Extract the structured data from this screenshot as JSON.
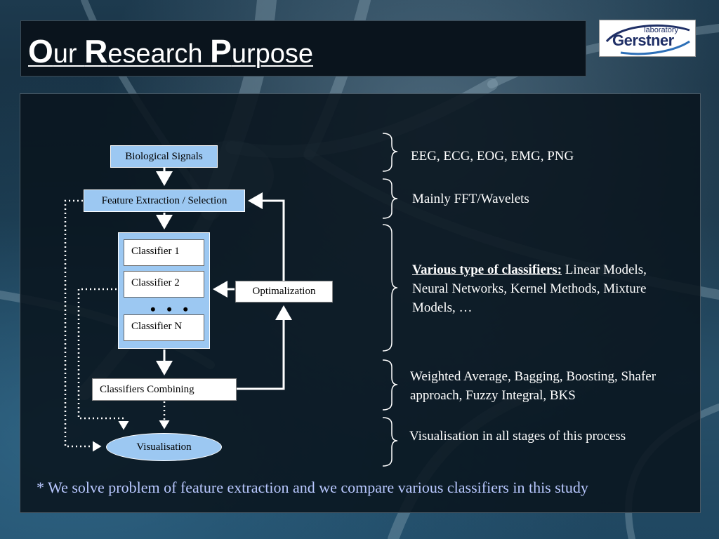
{
  "title": {
    "part1_cap": "O",
    "part1_rest": "ur ",
    "part2_cap": "R",
    "part2_rest": "esearch ",
    "part3_cap": "P",
    "part3_rest": "urpose"
  },
  "logo": {
    "small": "laboratory",
    "big": "Gerstner"
  },
  "diagram": {
    "biological_signals": "Biological Signals",
    "feature_extraction": "Feature Extraction / Selection",
    "classifiers": [
      "Classifier 1",
      "Classifier 2",
      "Classifier N"
    ],
    "dots": "• • •",
    "optimalization": "Optimalization",
    "classifiers_combining": "Classifiers Combining",
    "visualisation": "Visualisation"
  },
  "annotations": {
    "signals": "EEG, ECG, EOG, EMG, PNG",
    "features": "Mainly FFT/Wavelets",
    "classifiers_highlight": "Various type of classifiers:",
    "classifiers_text": " Linear Models, Neural Networks, Kernel Methods, Mixture Models, …",
    "combining": "Weighted Average, Bagging, Boosting, Shafer approach, Fuzzy Integral, BKS",
    "visualisation": "Visualisation in all stages of this process"
  },
  "footnote": "* We solve problem of feature extraction and we compare various classifiers in this study",
  "colors": {
    "box_blue": "#9cc8f2",
    "footnote": "#b9c8ff",
    "title_bar": "#0a141d"
  }
}
